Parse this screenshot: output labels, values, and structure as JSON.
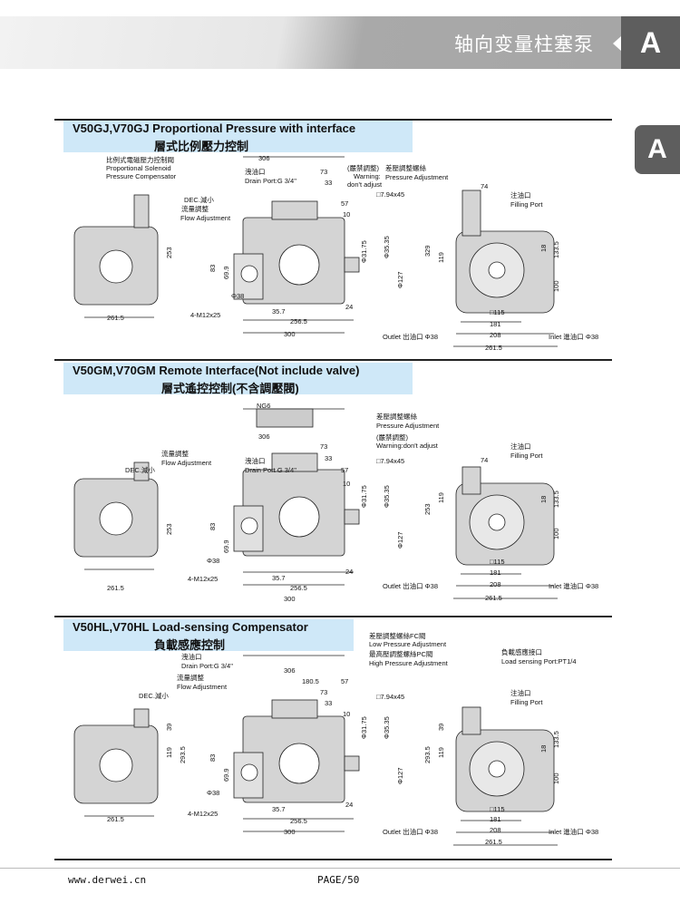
{
  "header": {
    "title": "轴向变量柱塞泵",
    "section_letter": "A",
    "side_tab": "A"
  },
  "sections": [
    {
      "title_en": "V50GJ,V70GJ Proportional Pressure with interface",
      "title_cn": "層式比例壓力控制",
      "labels": [
        "比例式電磁壓力控制閥",
        "Proportional Solenoid",
        "Pressure Compensator",
        "DEC.減小",
        "流量調整",
        "Flow Adjustment",
        "306",
        "洩油口",
        "Drain Port:G 3/4\"",
        "73",
        "33",
        "(嚴禁調整)",
        "Warning:",
        "don't adjust",
        "差壓調整螺絲",
        "Pressure Adjustment",
        "□7.94x45",
        "57",
        "10",
        "Φ31.75",
        "Φ35.35",
        "Φ127",
        "253",
        "83",
        "69.9",
        "Φ38",
        "4-M12x25",
        "35.7",
        "24",
        "256.5",
        "300",
        "261.5",
        "74",
        "注油口",
        "Filling Port",
        "329",
        "119",
        "18",
        "133.5",
        "100",
        "□115",
        "181",
        "208",
        "261.5",
        "Outlet 出油口 Φ38",
        "Inlet 進油口 Φ38"
      ]
    },
    {
      "title_en": "V50GM,V70GM Remote Interface(Not include valve)",
      "title_cn": "層式遙控控制(不含調壓閥)",
      "labels": [
        "NG6",
        "差壓調整螺絲",
        "Pressure Adjustment",
        "(嚴禁調整)",
        "Warning:don't adjust",
        "306",
        "73",
        "33",
        "洩油口",
        "Drain Port G 3/4\"",
        "流量調整",
        "Flow Adjustment",
        "DEC.減小",
        "□7.94x45",
        "57",
        "10",
        "74",
        "注油口",
        "Filling Port",
        "253",
        "253",
        "119",
        "18",
        "133.5",
        "100",
        "Φ31.75",
        "Φ35.35",
        "Φ127",
        "83",
        "69.9",
        "Φ38",
        "4-M12x25",
        "35.7",
        "24",
        "256.5",
        "300",
        "261.5",
        "□115",
        "181",
        "208",
        "261.5",
        "Outlet 出油口 Φ38",
        "Inlet 進油口 Φ38"
      ]
    },
    {
      "title_en": "V50HL,V70HL Load-sensing Compensator",
      "title_cn": "負載感應控制",
      "labels": [
        "差壓調整螺絲FC閥",
        "Low Pressure Adjustment",
        "最高壓調整螺絲PC閥",
        "High Pressure Adjustment",
        "負載感應接口",
        "Load sensing Port:PT1/4",
        "洩油口",
        "Drain Port:G 3/4\"",
        "306",
        "180.5",
        "57",
        "73",
        "33",
        "10",
        "□7.94x45",
        "流量調整",
        "Flow Adjustment",
        "DEC.減小",
        "注油口",
        "Filling Port",
        "39",
        "119",
        "293.5",
        "293.5",
        "39",
        "119",
        "18",
        "133.5",
        "100",
        "Φ31.75",
        "Φ35.35",
        "Φ127",
        "83",
        "69.9",
        "Φ38",
        "4-M12x25",
        "35.7",
        "24",
        "256.5",
        "300",
        "261.5",
        "□115",
        "181",
        "208",
        "261.5",
        "Outlet 出油口 Φ38",
        "Inlet 進油口 Φ38"
      ]
    }
  ],
  "footer": {
    "website": "www.derwei.cn",
    "page": "PAGE/50"
  }
}
